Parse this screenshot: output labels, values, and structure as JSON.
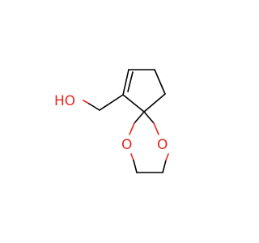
{
  "molecule": {
    "atoms": {
      "hydroxyl": "HO",
      "ring_oxygen_left": "O",
      "ring_oxygen_right": "O"
    },
    "colors": {
      "bond": "#000000",
      "oxygen": "#e8281e"
    }
  }
}
